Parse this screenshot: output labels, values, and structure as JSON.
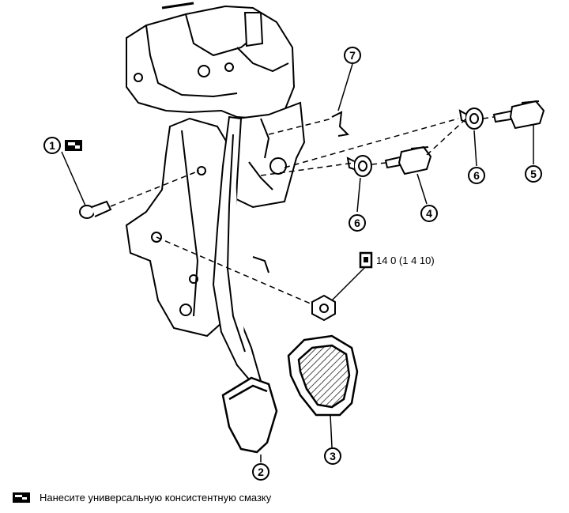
{
  "callouts": {
    "c1": "1",
    "c2": "2",
    "c3": "3",
    "c4": "4",
    "c5": "5",
    "c6a": "6",
    "c6b": "6",
    "c7": "7"
  },
  "torque": {
    "icon": "torque-wrench-icon",
    "value": "14 0 (1 4 10)"
  },
  "legend": {
    "icon": "grease-icon",
    "text": "Нанесите универсальную консистентную смазку"
  }
}
